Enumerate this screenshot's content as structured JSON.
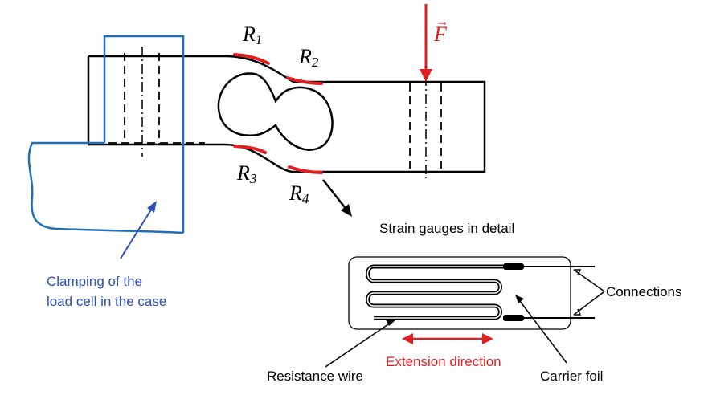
{
  "labels": {
    "force": "F",
    "force_vector_mark": "→",
    "r1": "R",
    "r1_sub": "1",
    "r2": "R",
    "r2_sub": "2",
    "r3": "R",
    "r3_sub": "3",
    "r4": "R",
    "r4_sub": "4",
    "clamping_line1": "Clamping of the",
    "clamping_line2": "load cell in the case",
    "strain_detail": "Strain gauges in detail",
    "connections": "Connections",
    "resistance_wire": "Resistance wire",
    "extension_direction": "Extension direction",
    "carrier_foil": "Carrier foil"
  },
  "colors": {
    "outline": "#000000",
    "clamp": "#1f6fb8",
    "gauge": "#e02020",
    "clamp_text": "#2e4fb8"
  }
}
